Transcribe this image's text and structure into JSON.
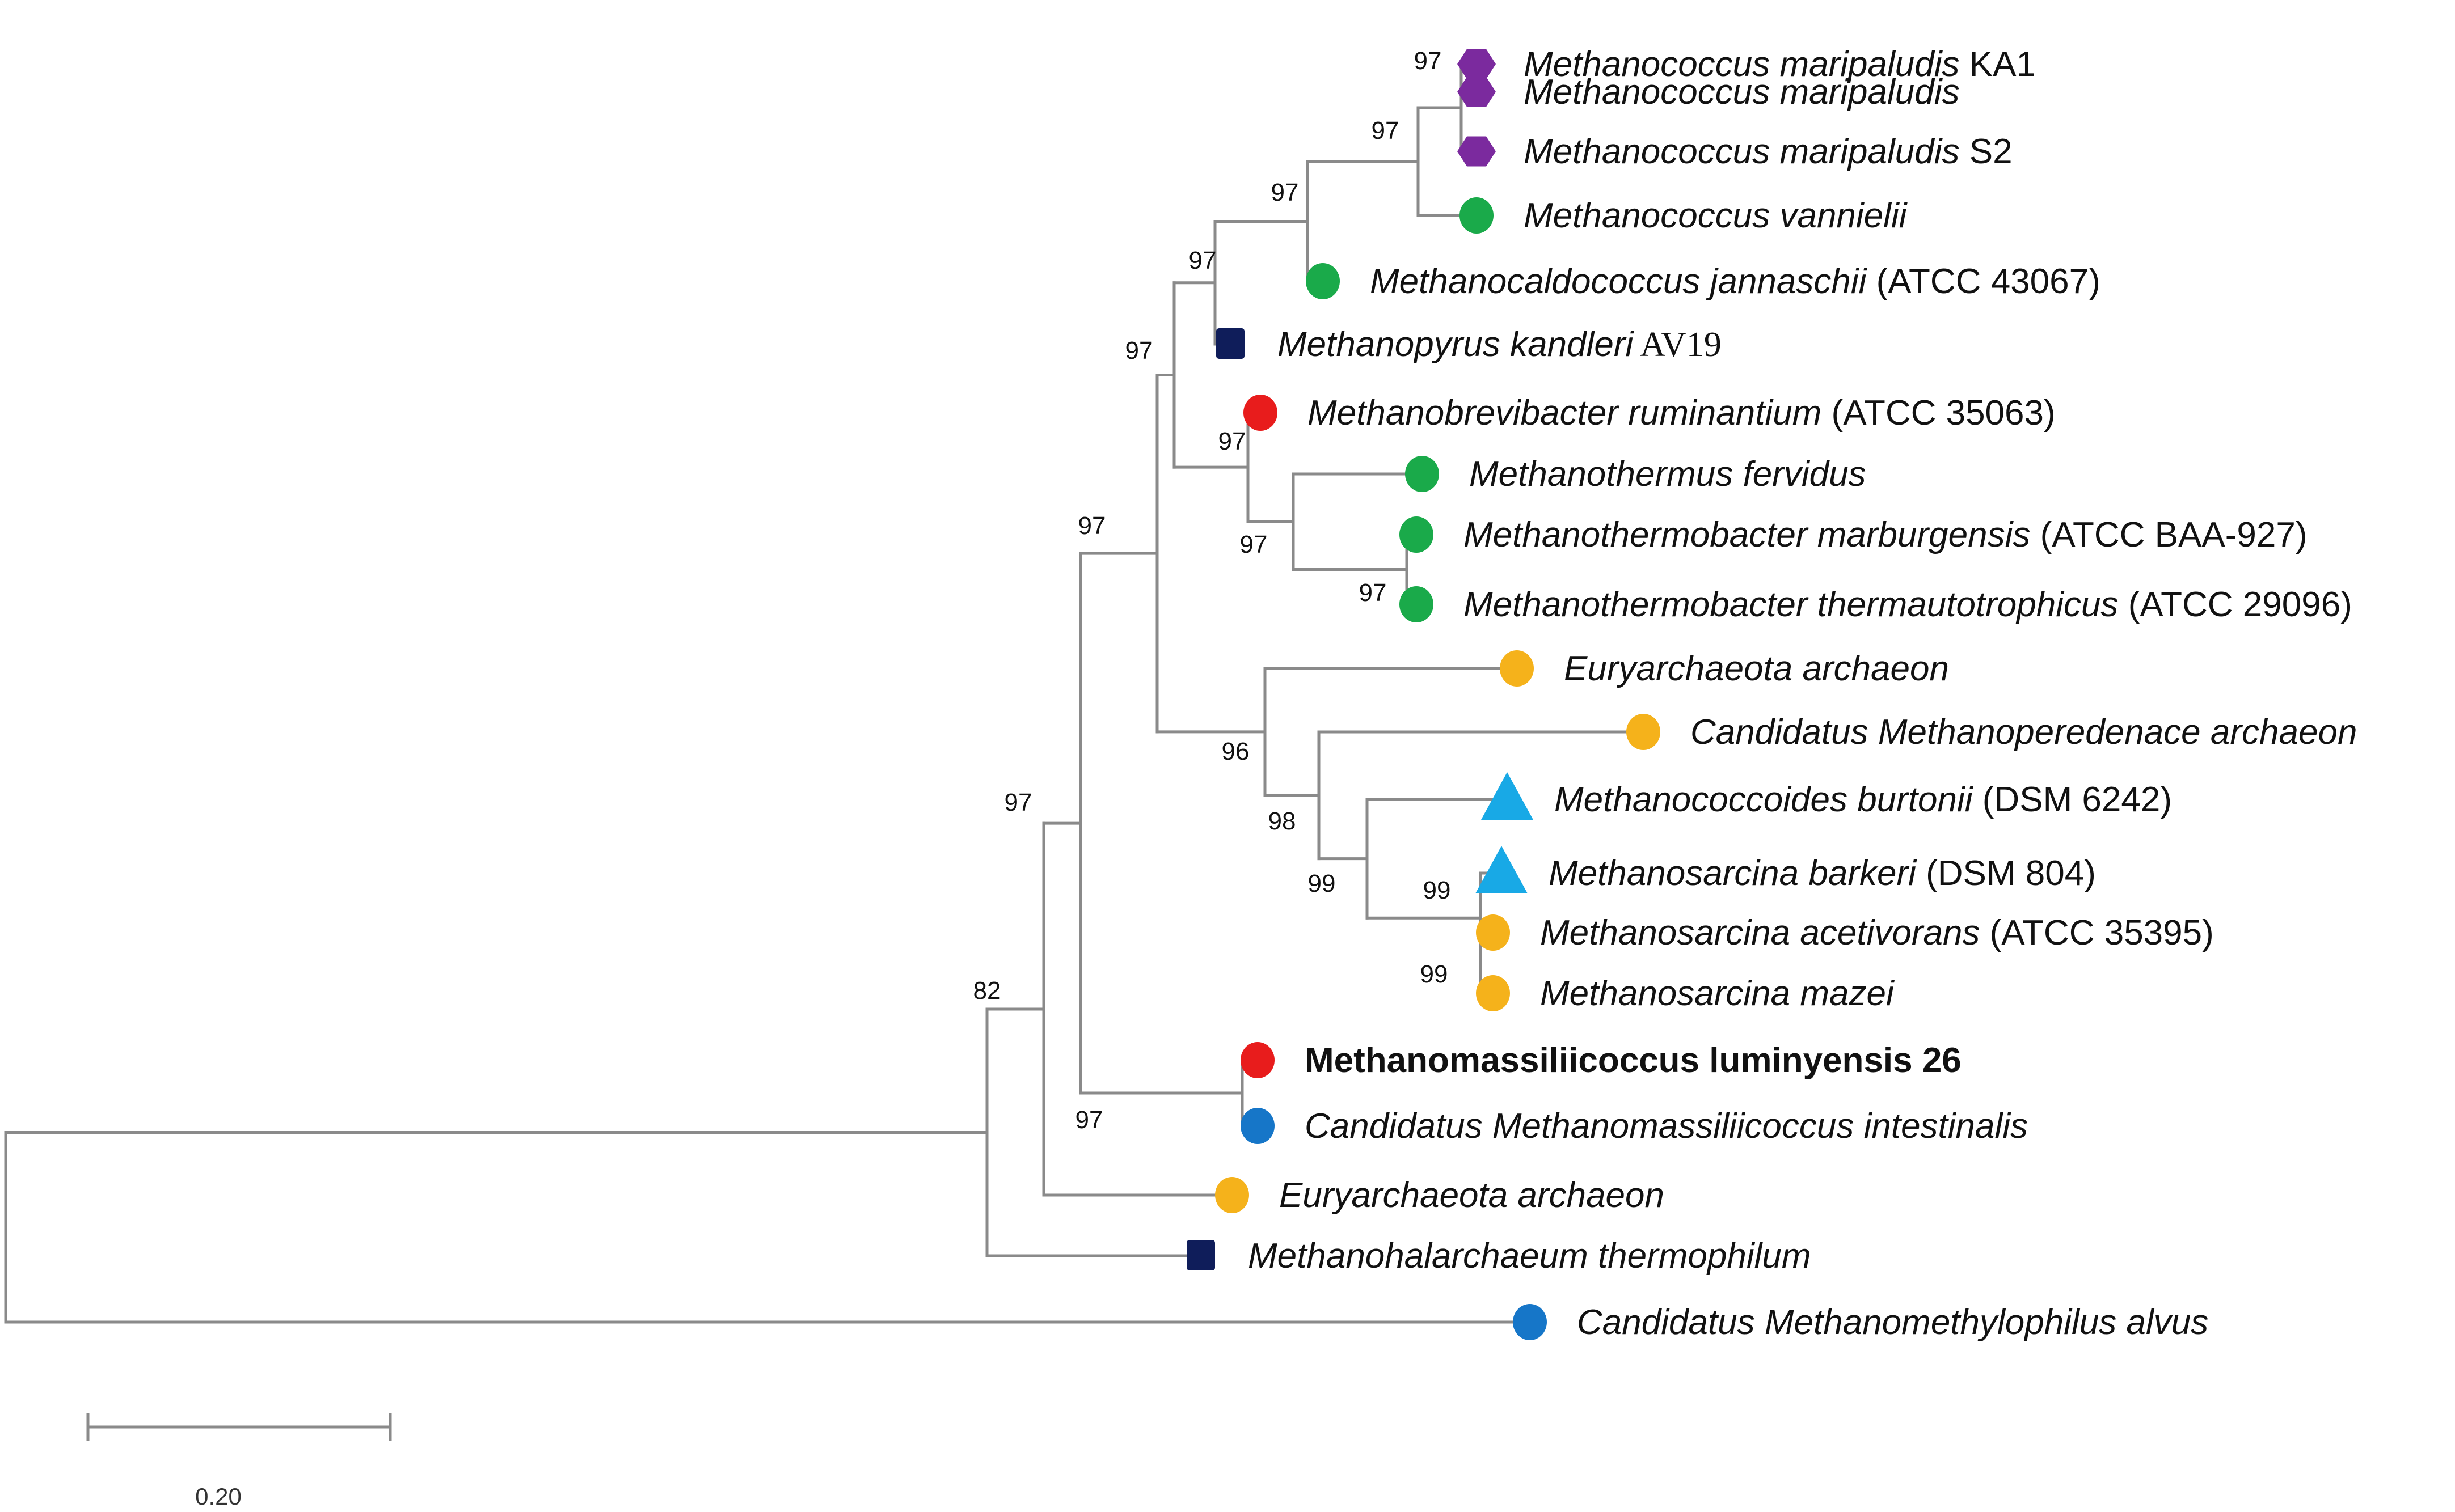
{
  "colors": {
    "purple": "#7b2a9e",
    "green": "#1aaa4a",
    "navy": "#0f1d5a",
    "red": "#e81c1c",
    "orange": "#f5b21b",
    "cyan": "#18a9e6",
    "blue": "#1676c8"
  },
  "taxa": [
    {
      "name": "Methanococcus maripaludis",
      "suffix": " KA1",
      "marker": "hexagon",
      "color": "purple"
    },
    {
      "name": "Methanococcus maripaludis",
      "suffix": "",
      "marker": "hexagon",
      "color": "purple"
    },
    {
      "name": "Methanococcus maripaludis",
      "suffix": " S2",
      "marker": "hexagon",
      "color": "purple"
    },
    {
      "name": "Methanococcus vannielii",
      "suffix": "",
      "marker": "circle",
      "color": "green"
    },
    {
      "name": "Methanocaldococcus jannaschii",
      "suffix": " (ATCC 43067)",
      "marker": "circle",
      "color": "green"
    },
    {
      "name": "Methanopyrus kandleri",
      "suffix": " AV19",
      "suffix_serif": true,
      "marker": "square",
      "color": "navy"
    },
    {
      "name": "Methanobrevibacter ruminantium",
      "suffix": " (ATCC 35063)",
      "marker": "circle",
      "color": "red"
    },
    {
      "name": "Methanothermus fervidus",
      "suffix": "",
      "marker": "circle",
      "color": "green"
    },
    {
      "name": "Methanothermobacter marburgensis",
      "suffix": " (ATCC BAA-927)",
      "marker": "circle",
      "color": "green"
    },
    {
      "name": "Methanothermobacter thermautotrophicus",
      "suffix": " (ATCC 29096)",
      "marker": "circle",
      "color": "green"
    },
    {
      "name": "Euryarchaeota archaeon",
      "suffix": "",
      "marker": "circle",
      "color": "orange"
    },
    {
      "name": "Candidatus Methanoperedenace archaeon",
      "suffix": "",
      "marker": "circle",
      "color": "orange"
    },
    {
      "name": "Methanococcoides burtonii",
      "suffix": " (DSM 6242)",
      "marker": "triangle",
      "color": "cyan"
    },
    {
      "name": "Methanosarcina barkeri",
      "suffix": " (DSM 804)",
      "marker": "triangle",
      "color": "cyan"
    },
    {
      "name": "Methanosarcina acetivorans",
      "suffix": " (ATCC 35395)",
      "marker": "circle",
      "color": "orange"
    },
    {
      "name": "Methanosarcina mazei",
      "suffix": "",
      "marker": "circle",
      "color": "orange"
    },
    {
      "name": "Methanomassiliicoccus luminyensis 26",
      "suffix": "",
      "marker": "circle",
      "color": "red",
      "bold": true,
      "italic": false
    },
    {
      "name": "Candidatus Methanomassiliicoccus intestinalis",
      "suffix": "",
      "marker": "circle",
      "color": "blue"
    },
    {
      "name": "Euryarchaeota archaeon",
      "suffix": "",
      "marker": "circle",
      "color": "orange"
    },
    {
      "name": "Methanohalarchaeum thermophilum",
      "suffix": "",
      "marker": "square",
      "color": "navy"
    },
    {
      "name": "Candidatus Methanomethylophilus alvus",
      "suffix": "",
      "marker": "circle",
      "color": "blue"
    }
  ],
  "bootstrap": [
    "97",
    "97",
    "97",
    "97",
    "97",
    "97",
    "97",
    "97",
    "96",
    "98",
    "99",
    "99",
    "99",
    "97",
    "97",
    "97",
    "82"
  ],
  "scale_bar": {
    "label": "0.20",
    "length": 0.2
  }
}
